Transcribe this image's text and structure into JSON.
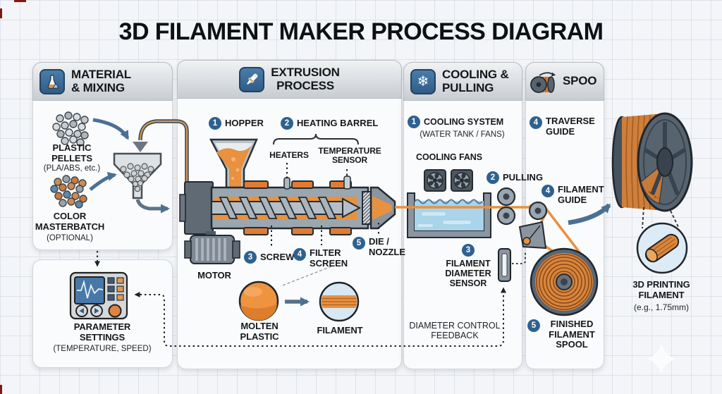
{
  "title": "3D FILAMENT MAKER PROCESS DIAGRAM",
  "colors": {
    "badge_blue": "#2e6190",
    "icon_blue": "#3c6f9e",
    "machine_orange": "#e8913f",
    "arrow_blue": "#4c7092",
    "water_blue": "#a9d4ea",
    "steel_gray": "#9aa6b0"
  },
  "material": {
    "header": "MATERIAL\n& MIXING",
    "plastic_pellets": "PLASTIC\nPELLETS",
    "plastic_pellets_sub": "(PLA/ABS, etc.)",
    "color_masterbatch": "COLOR\nMASTERBATCH",
    "color_masterbatch_sub": "(OPTIONAL)"
  },
  "parameter": {
    "label": "PARAMETER\nSETTINGS",
    "sub": "(TEMPERATURE, SPEED)"
  },
  "extrusion": {
    "header": "EXTRUSION\nPROCESS",
    "hopper": {
      "num": "1",
      "label": "HOPPER"
    },
    "heating_barrel": {
      "num": "2",
      "label": "HEATING BARREL"
    },
    "heaters": "HEATERS",
    "temperature_sensor": "TEMPERATURE\nSENSOR",
    "motor": "MOTOR",
    "screw": {
      "num": "3",
      "label": "SCREW"
    },
    "filter_screen": {
      "num": "4",
      "label": "FILTER\nSCREEN"
    },
    "die_nozzle": {
      "num": "5",
      "label": "DIE /\nNOZZLE"
    },
    "molten_plastic": "MOLTEN\nPLASTIC",
    "filament": "FILAMENT"
  },
  "cooling": {
    "header": "COOLING &\nPULLING",
    "cooling_system": {
      "num": "1",
      "label": "COOLING SYSTEM",
      "sub": "(WATER TANK / FANS)"
    },
    "cooling_fans": "COOLING FANS",
    "pulling": {
      "num": "2",
      "label": "PULLING"
    },
    "diameter_sensor": {
      "num": "3",
      "label": "FILAMENT\nDIAMETER\nSENSOR"
    },
    "feedback": "DIAMETER CONTROL\nFEEDBACK"
  },
  "spool": {
    "header": "SPOO",
    "traverse_guide": {
      "num": "4",
      "label": "TRAVERSE\nGUIDE"
    },
    "filament_guide": {
      "num": "4",
      "label": "FILAMENT\nGUIDE"
    },
    "finished_spool": {
      "num": "5",
      "label": "FINISHED\nFILAMENT\nSPOOL"
    }
  },
  "output": {
    "label": "3D PRINTING\nFILAMENT",
    "sub": "(e.g., 1.75mm)"
  }
}
